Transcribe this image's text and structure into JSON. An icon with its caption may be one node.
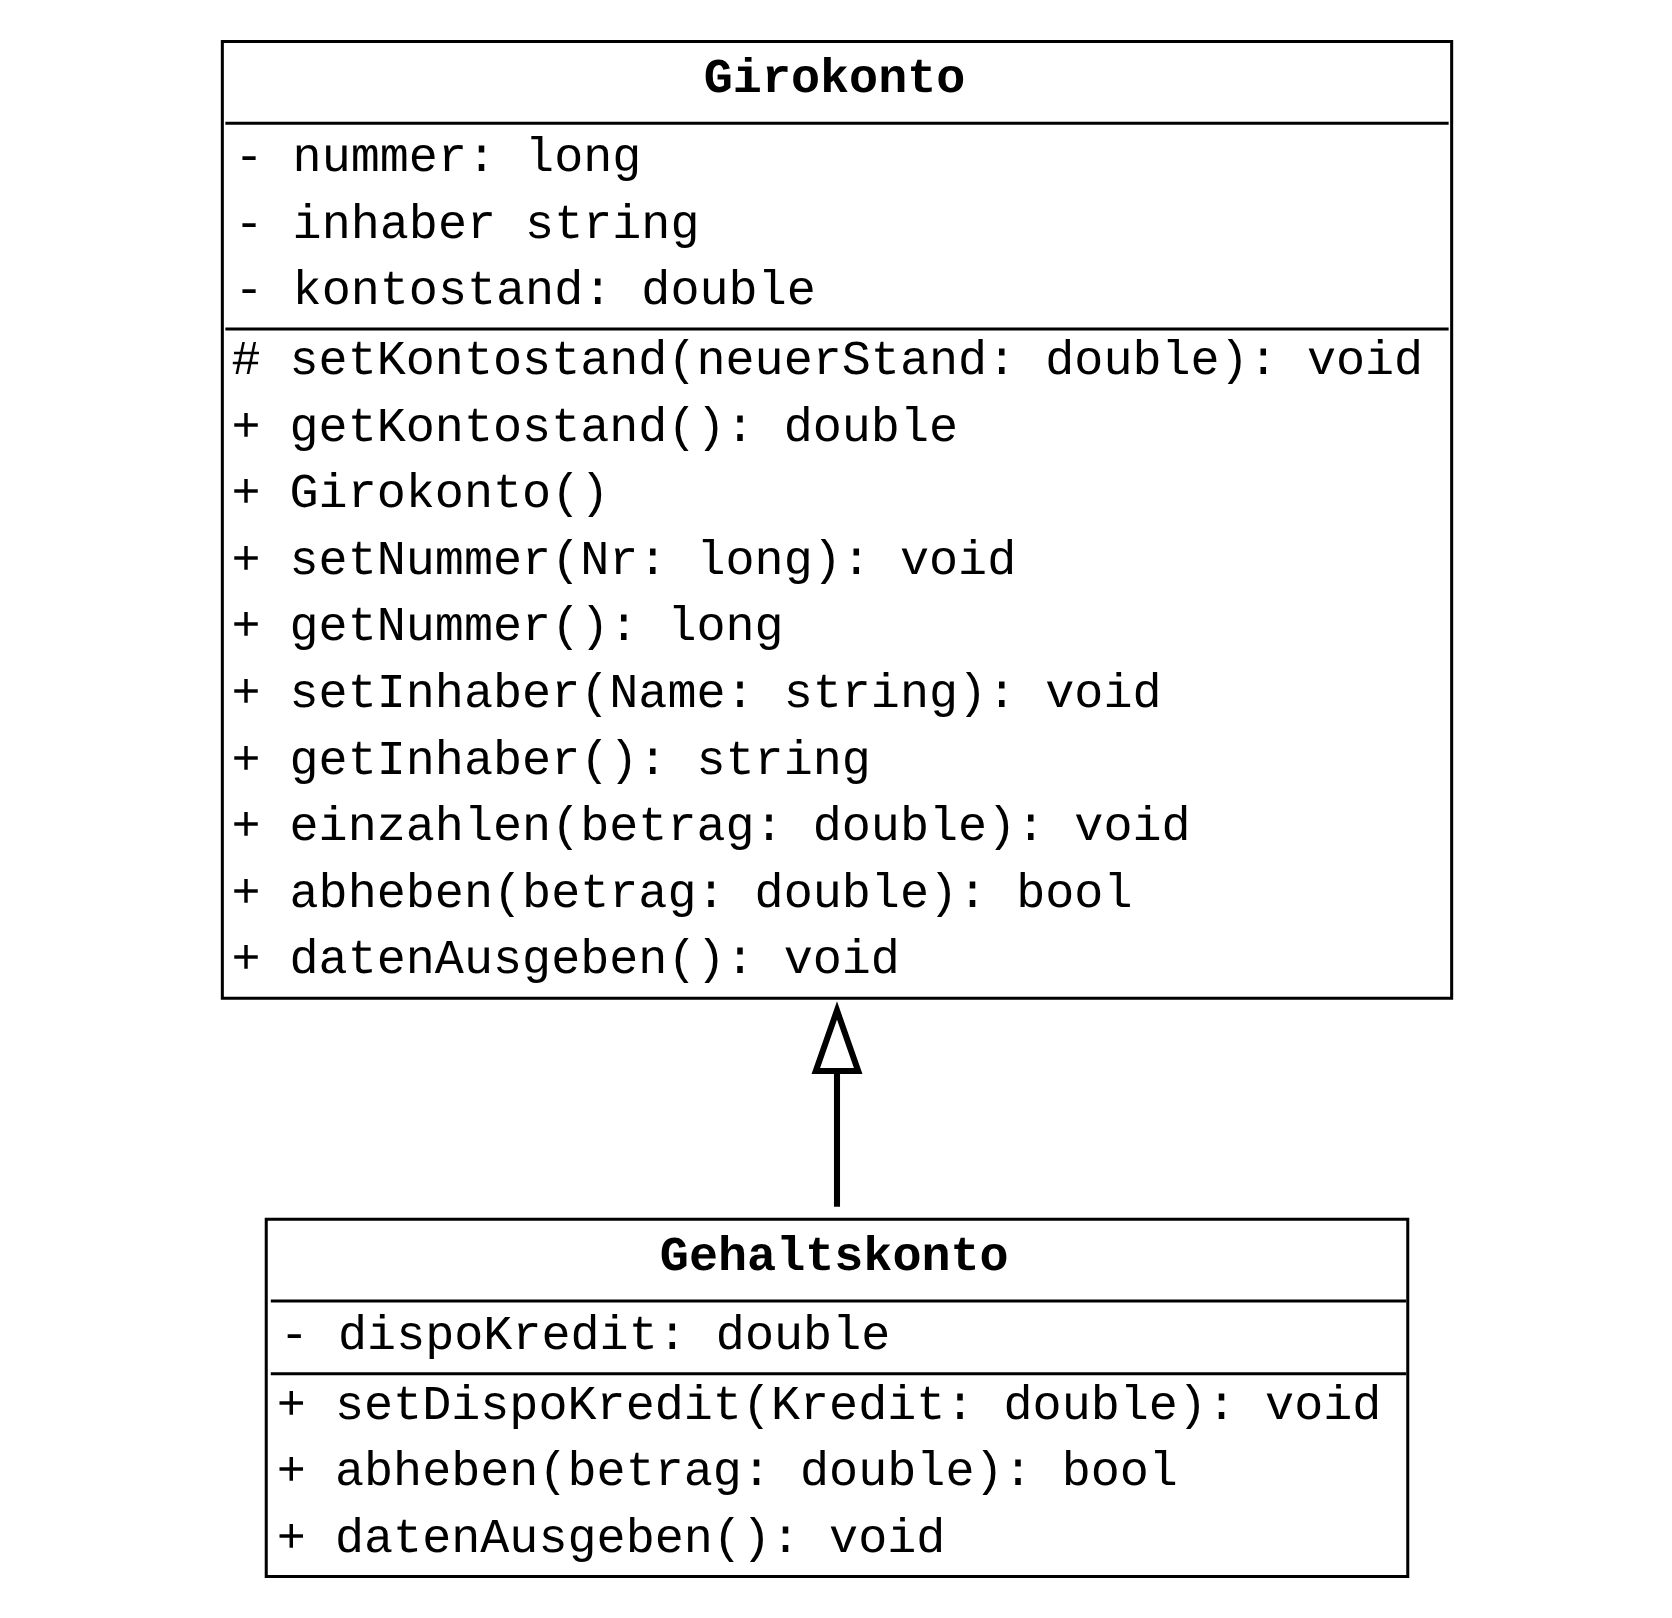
{
  "diagram": {
    "nodes": [
      {
        "text": [
          "Girokonto",
          "- nummer: long",
          "- inhaber string",
          "- kontostand: double",
          "# setKontostand(neuerStand: double): void",
          "+ getKontostand(): double",
          "+ Girokonto()",
          "+ setNummer(Nr: long): void",
          "+ getNummer(): long",
          "+ setInhaber(Name: string): void",
          "+ getInhaber(): string",
          "+ einzahlen(betrag: double): void",
          "+ abheben(betrag: double): bool",
          "+ datenAusgeben(): void"
        ]
      },
      {
        "text": [
          "Gehaltskonto",
          "- dispoKredit: double",
          "+ setDispoKredit(Kredit: double): void",
          "+ abheben(betrag: double): bool",
          "+ datenAusgeben(): void"
        ]
      }
    ],
    "edges": [
      {
        "from": 1,
        "to": 0,
        "arrow": "to"
      }
    ]
  }
}
